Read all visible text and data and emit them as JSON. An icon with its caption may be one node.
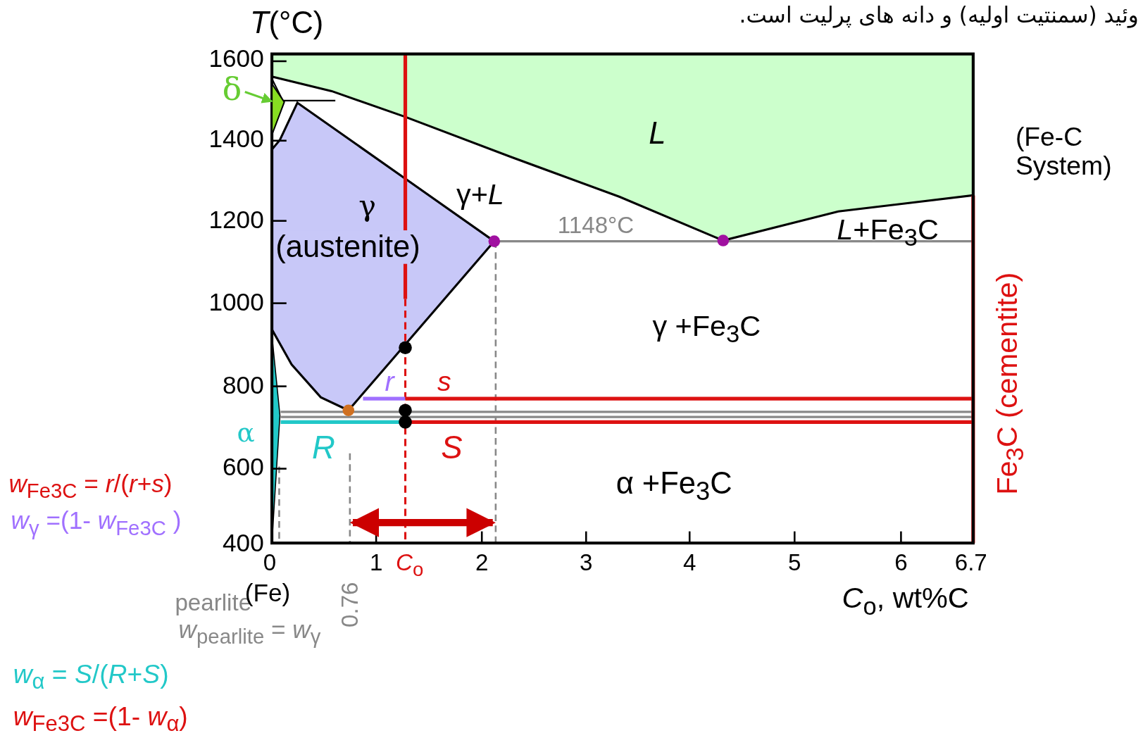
{
  "diagram": {
    "nodes": [
      {
        "text": [
          "δ"
        ]
      },
      {
        "text": [],
        "shape": "box"
      }
    ],
    "edges": [
      {
        "from": 0,
        "to": 1,
        "arrow": "to"
      }
    ],
    "labels": [
      "*T*(°C)",
      "وئید (سمنتیت اولیه) و دانه های پرلیت است.",
      "1600",
      "1400",
      "L",
      "(Fe-C System)",
      "1200",
      "γ",
      "γ+*L*",
      "1148°C",
      "(austenite)",
      "*L*+Fe$_{3}$C",
      "1000",
      "γ +Fe$_{3}$C",
      "800",
      "r",
      "s",
      "α",
      "R",
      "S",
      "Fe$_{3}$C (cementite)",
      "*w*$_{Fe3C}$ = *r*/(*r*+*s*)",
      "600",
      "α +Fe$_{3}$C",
      "*w*$_{γ}$ =(1- *w*$_{Fe3C}$ )",
      "400",
      "0",
      "1",
      "*C*$_{o}$",
      "2",
      "3",
      "4",
      "5",
      "6",
      "6.7",
      "pearlite",
      "(Fe)",
      "0.76",
      "*C*$_{o}$, wt%C",
      "*w*$_{pearlite}$ = *w*$_{γ}$",
      "*w*$_{α}$ = *S*/(*R*+*S*)",
      "*w*$_{Fe3C}$ =(1- *w*$_{α}$)"
    ]
  }
}
